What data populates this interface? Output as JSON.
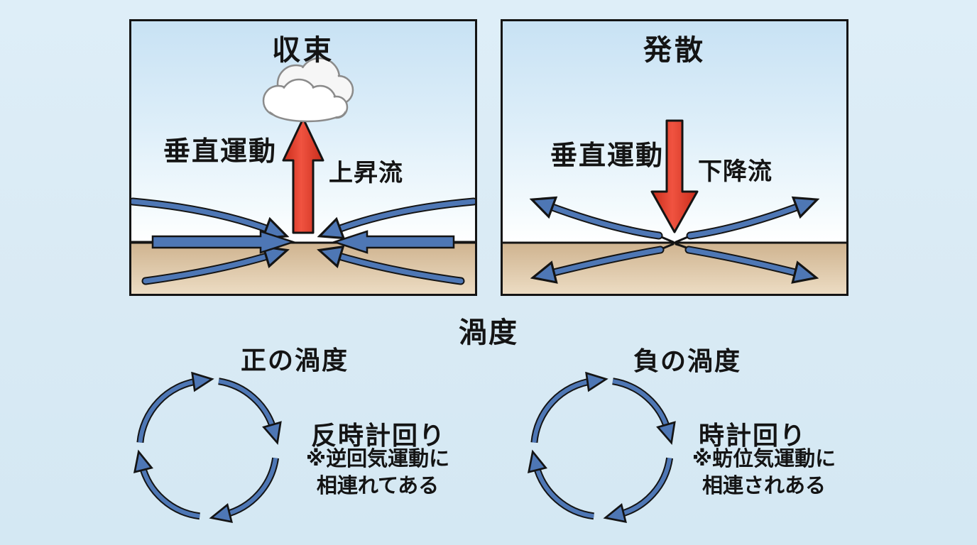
{
  "colors": {
    "bg": "#d9eaf4",
    "ink": "#141414",
    "arrow-blue": "#4e77b5",
    "arrow-blue-light": "#7b9ccd",
    "arrow-red": "#e8402e",
    "ground-top": "#cfb38f",
    "ground-bottom": "#ecdcc3",
    "sky-top": "#c8e2f4",
    "sky-bottom": "#ffffff",
    "cloud-outline": "#8b8b8b"
  },
  "panels": {
    "convergence": {
      "title": "収束",
      "vertical_motion_label": "垂直運動",
      "flow_label": "上昇流"
    },
    "divergence": {
      "title": "発散",
      "vertical_motion_label": "垂直運動",
      "flow_label": "下降流"
    }
  },
  "vorticity": {
    "title": "渦度",
    "positive": {
      "title": "正の渦度",
      "rotation_label": "反時計回り",
      "note_line1": "※逆回気運動に",
      "note_line2": "相連れてある"
    },
    "negative": {
      "title": "負の渦度",
      "rotation_label": "時計回り",
      "note_line1": "※蚄位気運動に",
      "note_line2": "相連されある"
    }
  }
}
